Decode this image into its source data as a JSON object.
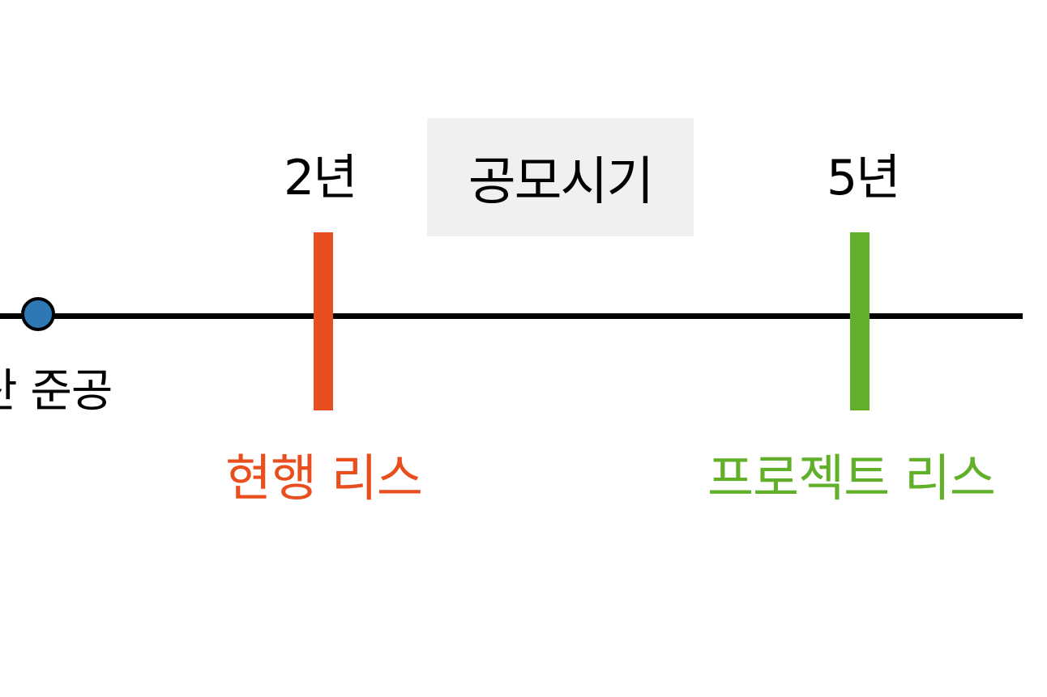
{
  "diagram": {
    "start_label": "산 준공",
    "box_label": "공모시기",
    "markers": [
      {
        "year_label": "2년",
        "lease_label": "현행 리스",
        "color": "#e84e1e"
      },
      {
        "year_label": "5년",
        "lease_label": "프로젝트 리스",
        "color": "#62b02a"
      }
    ],
    "colors": {
      "line": "#000000",
      "start_dot": "#2e78b5",
      "box_fill": "#f0f0f0"
    }
  }
}
